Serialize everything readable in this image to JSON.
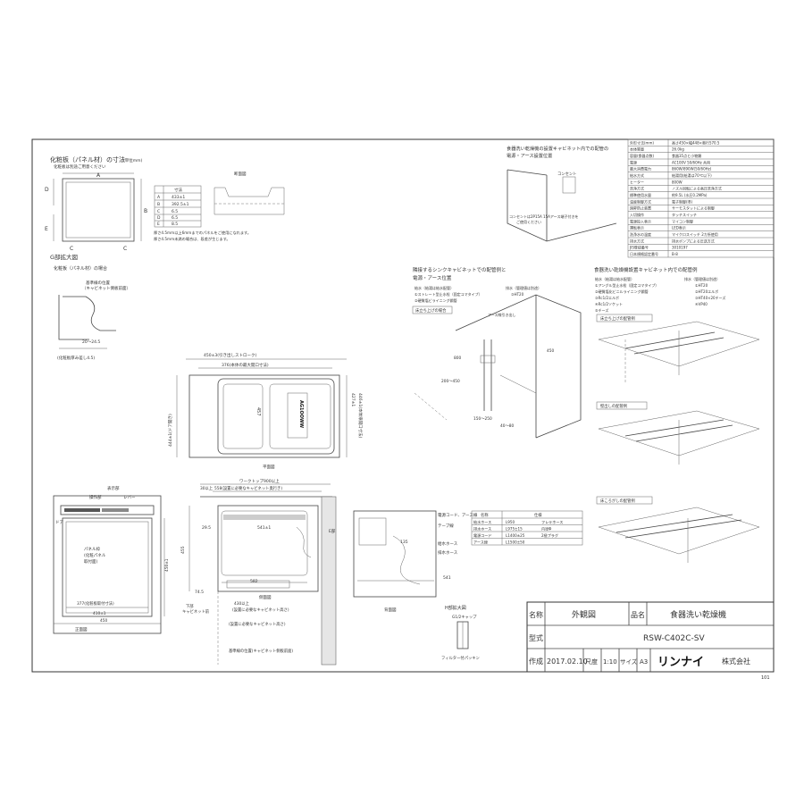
{
  "panel_section": {
    "title": "化粧板（パネル材）の寸法",
    "unit": "(単位mm)",
    "note": "化粧板は別途ご用意ください",
    "table_header": "寸法",
    "rows": [
      {
        "key": "A",
        "val": "433±1"
      },
      {
        "key": "B",
        "val": "392.5±1"
      },
      {
        "key": "C",
        "val": "6.5"
      },
      {
        "key": "D",
        "val": "6.5"
      },
      {
        "key": "E",
        "val": "8.5"
      }
    ],
    "section_label": "断面図",
    "thickness_note_1": "厚さ4.5mm以上6mmまでのパネルをご使用になれます。",
    "thickness_note_2": "厚さ4.5mm未満の場合は、段差が生じます。"
  },
  "g_detail": {
    "title": "G部拡大図",
    "subtitle": "化粧板（パネル材）の場合",
    "label1": "基準線の位置",
    "label2": "（キャビネット側板前面）",
    "dim1": "20～24.5",
    "dim2": "(化粧板厚み差し4.5)"
  },
  "plan_view": {
    "dim_top": "450±3(引き出しストローク)",
    "dim_inner": "376(本体の最大開口寸法)",
    "dim_left": "444±1(ドア開き)",
    "dim_right": "427±1",
    "dim_right2": "446±1(本体扉開口寸法)",
    "label": "平面図",
    "vertical_text": "457",
    "sticker": "AG1OOWW"
  },
  "front_view": {
    "label": "正面図",
    "top_label1": "表示部",
    "top_label2": "操作部",
    "top_label3": "レバー",
    "door_label": "ドア",
    "panel_label1": "パネル枠",
    "panel_label2": "(化粧パネル",
    "panel_label3": "取付面)",
    "dim_a": "377(化粧板取付寸法)",
    "dim_b": "410±1",
    "dim_c": "450",
    "dim_h": "450±1"
  },
  "side_view": {
    "label": "側面図",
    "top_dim1": "ワークトップ900以上",
    "top_dim2": "558(設置に必要なキャビネット奥行き)",
    "dim_30": "30以上",
    "dim_left": "29.5",
    "dim_main": "541±1",
    "dim_h": "455",
    "dim_bottom1": "582",
    "dim_7": "74.5",
    "dim_bottom2": "430以上",
    "label_lower1": "下部",
    "label_lower2": "キャビネット前",
    "label_ref1": "(設置に必要なキャビネット高さ)",
    "label_ref2": "基準線の位置(キャビネット側板前面)",
    "label_e": "E部"
  },
  "rear_view": {
    "label": "背面図",
    "items": [
      "電源コード、アース線",
      "テープ線",
      "給水ホース",
      "排水ホース"
    ],
    "dim": "135",
    "dim2": "541"
  },
  "parts_table": {
    "headers": [
      "名称",
      "仕様"
    ],
    "rows": [
      [
        "給水ホース",
        "L950",
        "フレキホース"
      ],
      [
        "排水ホース",
        "L975±15",
        "内径Φ"
      ],
      [
        "電源コード",
        "L1400±25",
        "2極プラグ"
      ],
      [
        "アース線",
        "L1500±50",
        ""
      ]
    ]
  },
  "h_detail": {
    "title": "H部拡大図",
    "label1": "G1/2キャップ",
    "label2": "フィルター付パッキン"
  },
  "spec_table": {
    "rows": [
      [
        "外形寸法(mm)",
        "高さ450×幅448×奥行570.5"
      ],
      [
        "本体質量",
        "26.0kg"
      ],
      [
        "容量(食器点数)",
        "食器35点と小物類"
      ],
      [
        "電源",
        "AC100V 50/60Hz 共用"
      ],
      [
        "最大消費電力",
        "860W/890W(50/60Hz)"
      ],
      [
        "給水方式",
        "給湯用(給湯は70℃以下)"
      ],
      [
        "ヒーター",
        "800W"
      ],
      [
        "洗浄方式",
        "ノズル回転による高圧洗浄方式"
      ],
      [
        "標準使用水量",
        "約9.5L (水圧0.2MPa)"
      ],
      [
        "温度制御方式",
        "電子制御(IB)"
      ],
      [
        "過昇防止装置",
        "サーモスタットによる制御"
      ],
      [
        "入切操作",
        "タッチスイッチ"
      ],
      [
        "電源投入表示",
        "マイコン制御"
      ],
      [
        "運転表示",
        "LED表示"
      ],
      [
        "洗浄水の温度",
        "マイクロスイッチ 2カ所使用"
      ],
      [
        "排水方式",
        "排水ポンプによる圧送方式"
      ],
      [
        "JIS登録番号",
        "3010197"
      ],
      [
        "日本規格認定番号",
        "B-8"
      ]
    ]
  },
  "cabinet_pipe": {
    "title1": "食器洗い乾燥機の設置キャビネット内での配管の",
    "title2": "電源・アース設置位置",
    "outlet": "コンセント",
    "note1": "コンセントは2P15A 15Aアース端子付きを",
    "note2": "ご使用ください"
  },
  "sink_pipe": {
    "title1": "隣接するシンクキャビネットでの配管例と",
    "title2": "電源・アース位置",
    "legend1": "給水（給湯は給水配管）",
    "legend2": "排水（管理値は別途）",
    "opt1": "①ストレート型止水栓（固定コマタイプ）",
    "opt2": "②硬質塩ビライニング鋼管",
    "opt3": "③HT20",
    "box_label": "床立ち上げの場合",
    "note": "アース線引き出し",
    "dims": [
      "200～450",
      "150～250",
      "800",
      "40～80",
      "450"
    ]
  },
  "in_cabinet_pipe": {
    "title": "食器洗い乾燥機設置キャビネット内での配管例",
    "legend1": "給水（給湯は給水配管）",
    "legend2": "排水（管理値は別途）",
    "items": [
      "①アングル型止水栓（固定コマタイプ）",
      "②硬質塩化ビニルライニング鋼管",
      "③Rc1/2エルボ",
      "④Rc1/2ソケット",
      "⑤チーズ"
    ],
    "items2": [
      "①HT20",
      "②HT20エルボ",
      "③HT40×20チーズ",
      "④VP40"
    ],
    "case1": "床立ち上げの配管例",
    "case2": "壁出しの配管例",
    "case3": "床ころがしの配管例"
  },
  "title_block": {
    "name_label": "名称",
    "name_value": "外観図",
    "product_label": "品名",
    "product_value": "食器洗い乾燥機",
    "model_label": "型式",
    "model_value": "RSW-C402C-SV",
    "made_label": "作成",
    "date": "2017.02.10",
    "scale_label": "尺度",
    "scale": "1:10",
    "size_label": "サイズ",
    "size": "A3",
    "brand": "リンナイ",
    "company": "株式会社",
    "page": "101"
  }
}
